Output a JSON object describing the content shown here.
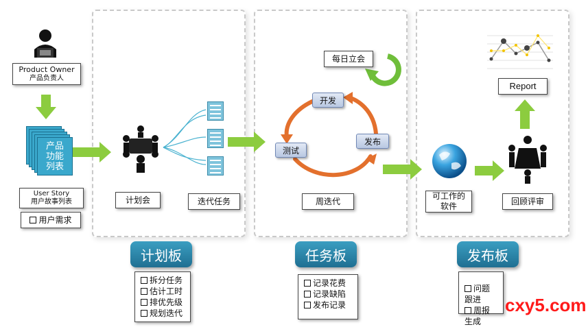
{
  "product_owner": {
    "line1": "Product Owner",
    "line2": "产品负责人"
  },
  "feature_list": {
    "line1": "产品",
    "line2": "功能",
    "line3": "列表"
  },
  "user_story": {
    "line1": "User Story",
    "line2": "用户故事列表"
  },
  "user_needs": "用户需求",
  "planning_meeting": "计划会",
  "iteration_tasks": "迭代任务",
  "daily_standup": "每日立会",
  "cycle": {
    "develop": "开发",
    "test": "测试",
    "release": "发布"
  },
  "weekly_iteration": "周迭代",
  "working_software": {
    "line1": "可工作的",
    "line2": "软件"
  },
  "review": "回顾评审",
  "report": "Report",
  "boards": {
    "plan": {
      "title": "计划板",
      "items": [
        "拆分任务",
        "估计工时",
        "排优先级",
        "规划迭代"
      ]
    },
    "task": {
      "title": "任务板",
      "items": [
        "记录花费",
        "记录缺陷",
        "发布记录"
      ]
    },
    "release": {
      "title": "发布板",
      "items": [
        "问题跟进",
        "周报生成"
      ]
    }
  },
  "watermark": "cxy5.com",
  "colors": {
    "green_arrow": "#8ccc3f",
    "orange_cycle": "#e3702d",
    "board_blue": "#2a86ad"
  }
}
